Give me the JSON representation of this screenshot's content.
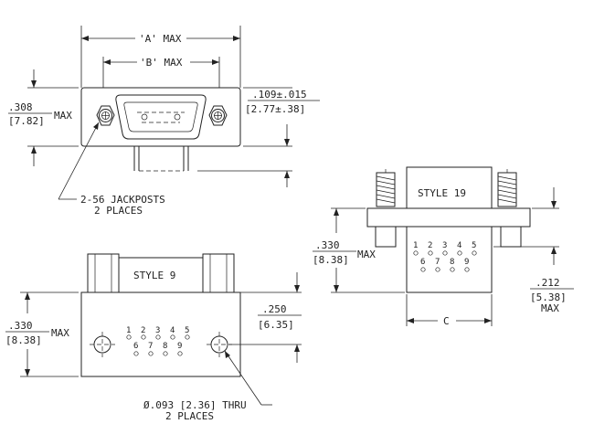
{
  "top_view": {
    "dim_a": "'A'  MAX",
    "dim_b": "'B'  MAX",
    "height_in": ".308",
    "height_mm": "[7.82]",
    "height_suffix": "MAX",
    "flange_in": ".109±.015",
    "flange_mm": "[2.77±.38]"
  },
  "jackposts_note": {
    "line1": "2-56  JACKPOSTS",
    "line2": "2  PLACES"
  },
  "style19_view": {
    "style_label": "STYLE  19",
    "pins_top": [
      "1",
      "2",
      "3",
      "4",
      "5"
    ],
    "pins_bottom": [
      "6",
      "7",
      "8",
      "9"
    ],
    "height_in": ".330",
    "height_mm": "[8.38]",
    "height_suffix": "MAX",
    "depth_in": ".212",
    "depth_mm": "[5.38]",
    "depth_suffix": "MAX",
    "dim_c": "C"
  },
  "style9_view": {
    "style_label": "STYLE  9",
    "pins_top": [
      "1",
      "2",
      "3",
      "4",
      "5"
    ],
    "pins_bottom": [
      "6",
      "7",
      "8",
      "9"
    ],
    "height_in": ".330",
    "height_mm": "[8.38]",
    "height_suffix": "MAX",
    "offset_in": ".250",
    "offset_mm": "[6.35]"
  },
  "hole_note": {
    "line1": "Ø.093  [2.36]  THRU",
    "line2": "2  PLACES"
  }
}
